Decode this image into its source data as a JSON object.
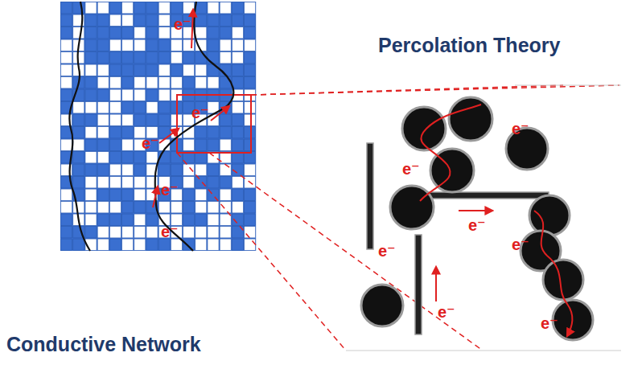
{
  "diagram": {
    "title": "Percolation Theory",
    "labels": [
      "e⁻",
      "e⁻",
      "e⁻",
      "e⁻",
      "e⁻",
      "e⁻",
      "e⁻",
      "e⁻",
      "e⁻",
      "e⁻",
      "e⁻",
      "e⁻",
      "Conductive Network"
    ]
  }
}
